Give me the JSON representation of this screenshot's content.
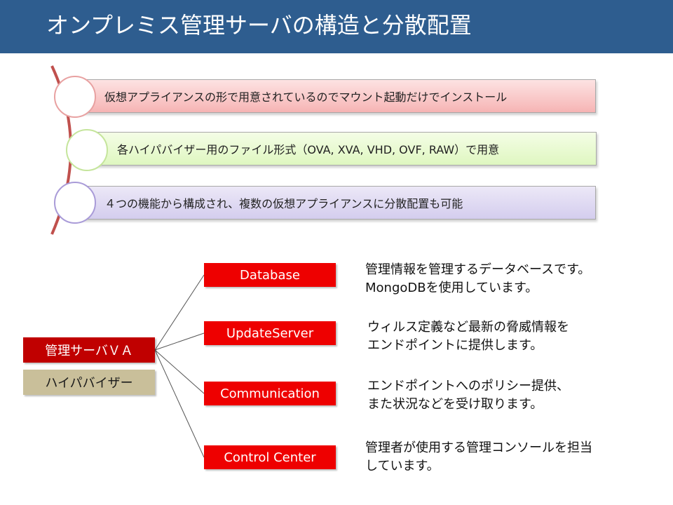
{
  "title": "オンプレミス管理サーバの構造と分散配置",
  "bullets": [
    {
      "text": "仮想アプライアンスの形で用意されているのでマウント起動だけでインストール",
      "color": "#f6b4b4"
    },
    {
      "text": "各ハイパバイザー用のファイル形式（OVA, XVA, VHD, OVF, RAW）で用意",
      "color": "#dff7c0"
    },
    {
      "text": "４つの機能から構成され、複数の仮想アプライアンスに分散配置も可能",
      "color": "#d4cdee"
    }
  ],
  "diagram": {
    "vm_label": "管理サーバＶＡ",
    "hypervisor_label": "ハイパバイザー",
    "components": [
      {
        "name": "Database",
        "desc": [
          "管理情報を管理するデータベースです。",
          "MongoDBを使用しています。"
        ]
      },
      {
        "name": "UpdateServer",
        "desc": [
          "ウィルス定義など最新の脅威情報を",
          "エンドポイントに提供します。"
        ]
      },
      {
        "name": "Communication",
        "desc": [
          "エンドポイントへのポリシー提供、",
          "また状況などを受け取ります。"
        ]
      },
      {
        "name": "Control Center",
        "desc": [
          "管理者が使用する管理コンソールを担当",
          "しています。"
        ]
      }
    ]
  },
  "colors": {
    "title_bar": "#2e5d8f",
    "component": "#ee0000",
    "vm": "#c00000",
    "hypervisor": "#c9bf9a",
    "arc": "#c0504d"
  }
}
